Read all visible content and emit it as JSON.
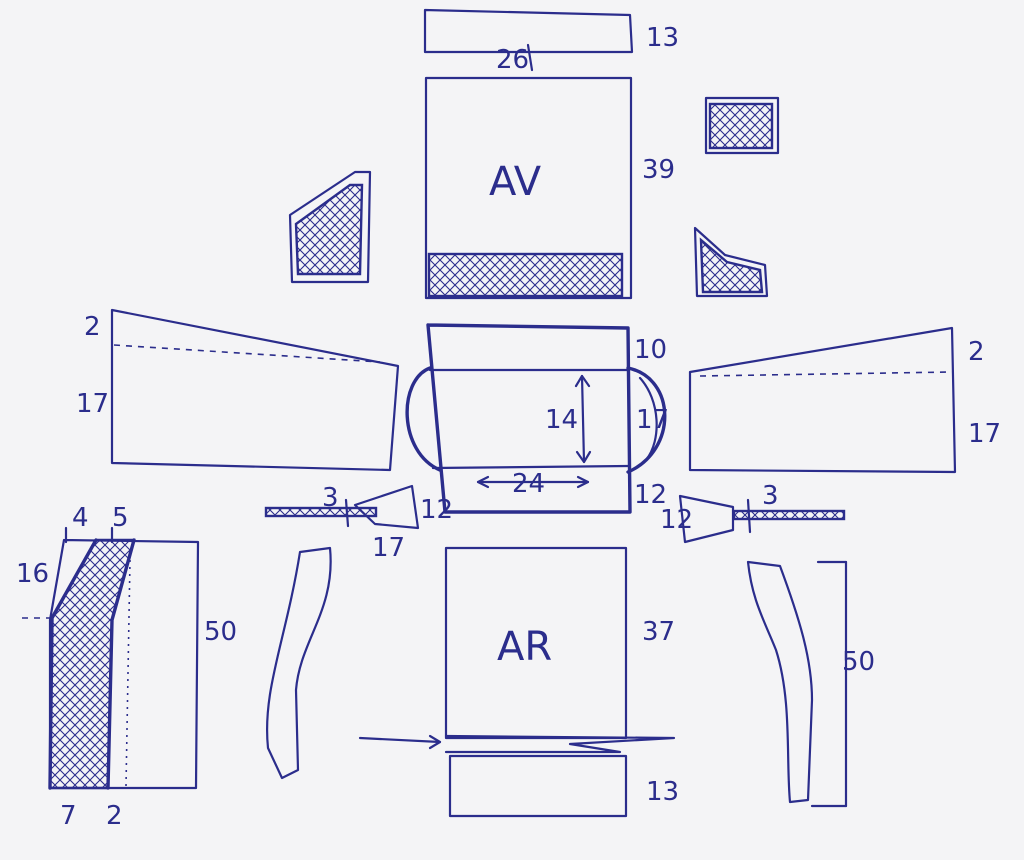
{
  "panels": {
    "front_label": "AV",
    "back_label": "AR"
  },
  "dimensions": {
    "top_strip_height": "13",
    "top_width": "26",
    "front_height": "39",
    "left_wing_top": "2",
    "left_wing_height": "17",
    "right_wing_top": "2",
    "right_wing_height": "17",
    "center_top": "10",
    "center_height": "14",
    "center_side": "17",
    "center_width": "24",
    "center_bottom_right": "12",
    "left_tab_offset": "3",
    "left_tab_height": "12",
    "left_tab_length": "17",
    "right_tab_height": "12",
    "right_tab_offset": "3",
    "leg_top_left": "4",
    "leg_top_right": "5",
    "leg_side_height": "16",
    "leg_height": "50",
    "leg_bottom_left": "7",
    "leg_bottom_right": "2",
    "back_height": "37",
    "bottom_strip_height": "13",
    "right_leg_height": "50"
  }
}
